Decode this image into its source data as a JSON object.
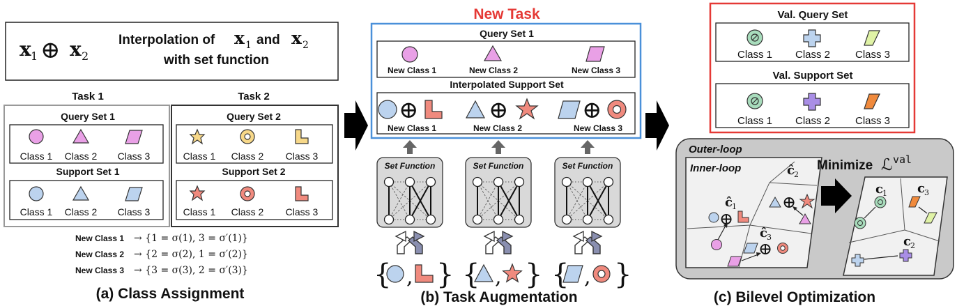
{
  "legend": {
    "operator_expr": {
      "x1": "x",
      "x1_sub": "1",
      "op": "⊕",
      "x2": "x",
      "x2_sub": "2"
    },
    "desc_pre": "Interpolation of",
    "desc_x1": "x",
    "desc_x1_sub": "1",
    "desc_and": "and",
    "desc_x2": "x",
    "desc_x2_sub": "2",
    "desc_line2": "with set function"
  },
  "panel_a": {
    "caption": "(a) Class Assignment",
    "task1": {
      "title": "Task 1",
      "query_title": "Query Set 1",
      "support_title": "Support Set 1",
      "query_labels": [
        "Class 1",
        "Class 2",
        "Class 3"
      ],
      "support_labels": [
        "Class 1",
        "Class 2",
        "Class 3"
      ]
    },
    "task2": {
      "title": "Task 2",
      "query_title": "Query Set 2",
      "support_title": "Support Set 2",
      "query_labels": [
        "Class 1",
        "Class 2",
        "Class 3"
      ],
      "support_labels": [
        "Class 1",
        "Class 2",
        "Class 3"
      ]
    },
    "assignments": [
      {
        "name": "New Class 1",
        "rule": "→ {1 = σ(1), 3 = σ′(1)}"
      },
      {
        "name": "New Class 2",
        "rule": "→ {2 = σ(2), 1 = σ′(2)}"
      },
      {
        "name": "New Class 3",
        "rule": "→ {3 = σ(3), 2 = σ′(3)}"
      }
    ]
  },
  "panel_b": {
    "caption": "(b) Task Augmentation",
    "new_task_title": "New Task",
    "query_title": "Query Set 1",
    "query_labels": [
      "New Class 1",
      "New Class 2",
      "New Class 3"
    ],
    "support_title": "Interpolated  Support Set",
    "support_labels": [
      "New Class 1",
      "New Class 2",
      "New Class 3"
    ],
    "op_symbol": "⊕",
    "set_function_label": "Set Function",
    "set_open": "{",
    "set_comma": ",",
    "set_close": "}"
  },
  "panel_c": {
    "caption": "(c) Bilevel Optimization",
    "val_query_title": "Val. Query Set",
    "val_query_labels": [
      "Class 1",
      "Class 2",
      "Class 3"
    ],
    "val_support_title": "Val. Support Set",
    "val_support_labels": [
      "Class 1",
      "Class 2",
      "Class 3"
    ],
    "outer_loop": "Outer-loop",
    "inner_loop": "Inner-loop",
    "minimize": "Minimize",
    "loss_symbol": "ℒ",
    "loss_sup": "val",
    "proto_inner": [
      {
        "sym": "ĉ",
        "sub": "1"
      },
      {
        "sym": "ĉ",
        "sub": "2"
      },
      {
        "sym": "ĉ",
        "sub": "3"
      }
    ],
    "proto_outer": [
      {
        "sym": "c",
        "sub": "1"
      },
      {
        "sym": "c",
        "sub": "3"
      },
      {
        "sym": "c",
        "sub": "2"
      }
    ]
  },
  "colors": {
    "pink": "#e9a0e6",
    "blue": "#bcd3ee",
    "salmon": "#f08a7e",
    "yellow": "#f7d889",
    "green": "#a8dcbc",
    "purple": "#a98ee6",
    "orange": "#f08a3c",
    "lime": "#e0f3a6",
    "new_task_red": "#e53935",
    "frame_blue": "#4a90d9",
    "arrow": "#000000"
  }
}
